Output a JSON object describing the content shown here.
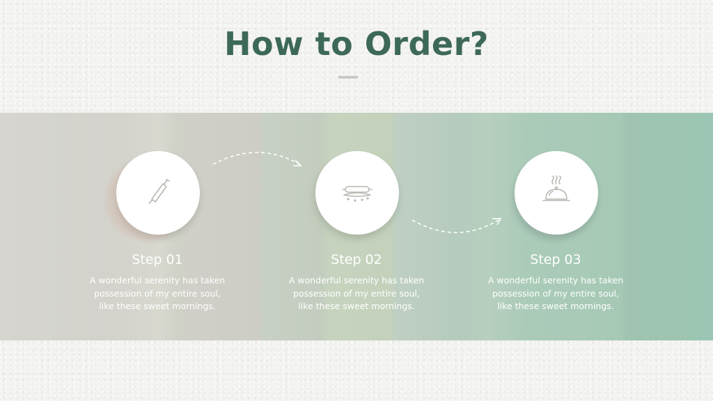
{
  "title": "How to Order?",
  "steps": [
    {
      "label": "Step 01",
      "icon": "rolling-pin-icon",
      "description": [
        "A wonderful serenity has taken",
        "possession of my entire soul,",
        "like these sweet mornings."
      ]
    },
    {
      "label": "Step 02",
      "icon": "dough-rolling-icon",
      "description": [
        "A wonderful serenity has taken",
        "possession of my entire soul,",
        "like these sweet mornings."
      ]
    },
    {
      "label": "Step 03",
      "icon": "serving-cloche-icon",
      "description": [
        "A wonderful serenity has taken",
        "possession of my entire soul,",
        "like these sweet mornings."
      ]
    }
  ],
  "colors": {
    "title": "#3d6957",
    "band_start": "#d6d5d0",
    "band_end": "#9cc6b3",
    "text_on_band": "#ffffff"
  }
}
